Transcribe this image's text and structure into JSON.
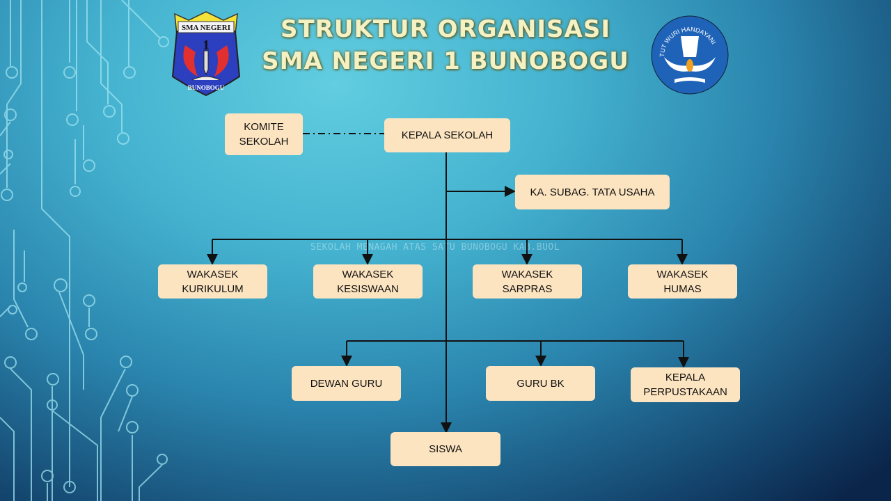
{
  "header": {
    "title_line1": "STRUKTUR ORGANISASI",
    "title_line2": "SMA NEGERI 1 BUNOBOGU"
  },
  "logos": {
    "school": {
      "top_text": "SMA NEGERI",
      "number": "1",
      "bottom_text": "BUNOBOGU"
    },
    "ministry": {
      "text": "TUT WURI HANDAYANI"
    }
  },
  "watermark": "SEKOLAH MENAGAH ATAS SATU BUNOBOGU KAB.BUOL",
  "nodes": {
    "komite": "KOMITE\nSEKOLAH",
    "kepala_sekolah": "KEPALA SEKOLAH",
    "tata_usaha": "KA. SUBAG. TATA USAHA",
    "wakasek_kurikulum": "WAKASEK\nKURIKULUM",
    "wakasek_kesiswaan": "WAKASEK\nKESISWAAN",
    "wakasek_sarpras": "WAKASEK\nSARPRAS",
    "wakasek_humas": "WAKASEK\nHUMAS",
    "dewan_guru": "DEWAN GURU",
    "guru_bk": "GURU BK",
    "kepala_perpustakaan": "KEPALA\nPERPUSTAKAAN",
    "siswa": "SISWA"
  },
  "colors": {
    "box": "#fde4c0",
    "line": "#111111",
    "title": "#f4f1c4"
  }
}
